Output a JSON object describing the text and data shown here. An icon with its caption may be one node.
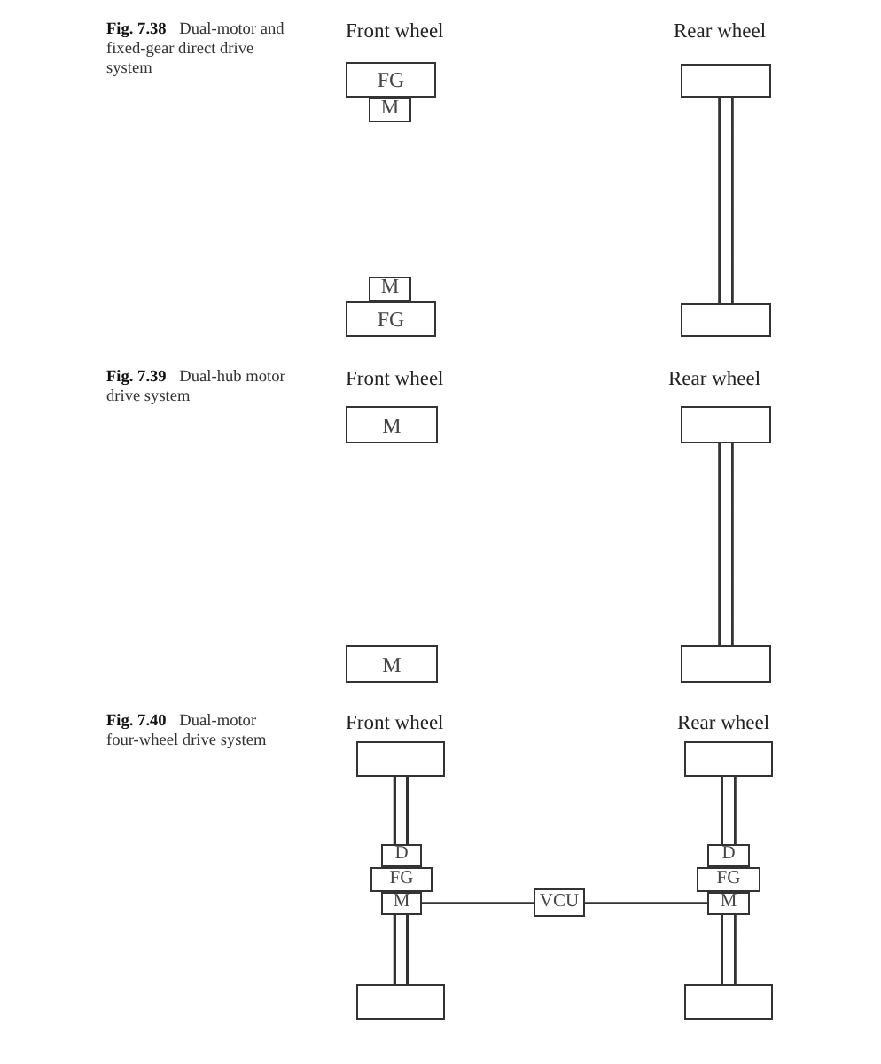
{
  "diagram": {
    "nodes": [
      {
        "text": [
          "FG"
        ]
      },
      {
        "text": [],
        "shape": "box"
      },
      {
        "text": [
          "M"
        ]
      },
      {
        "text": [
          "M"
        ]
      },
      {
        "text": [
          "FG"
        ]
      },
      {
        "text": [],
        "shape": "box"
      },
      {
        "text": [
          "M"
        ]
      },
      {
        "text": [],
        "shape": "box"
      },
      {
        "text": [
          "M"
        ]
      },
      {
        "text": [],
        "shape": "box"
      },
      {
        "text": [],
        "shape": "box"
      },
      {
        "text": [],
        "shape": "box"
      },
      {
        "text": [
          "D"
        ]
      },
      {
        "text": [
          "D"
        ]
      },
      {
        "text": [
          "FG"
        ]
      },
      {
        "text": [
          "FG"
        ]
      },
      {
        "text": [
          "M"
        ]
      },
      {
        "text": [
          "VCU"
        ]
      },
      {
        "text": [
          "M"
        ]
      },
      {
        "text": [],
        "shape": "box"
      },
      {
        "text": [],
        "shape": "box"
      }
    ],
    "edges": [
      {
        "from": 1,
        "to": 5,
        "arrow": "none",
        "style": "thick"
      },
      {
        "from": 7,
        "to": 9,
        "arrow": "none",
        "style": "thick"
      },
      {
        "from": 10,
        "to": 12,
        "arrow": "none",
        "style": "thick"
      },
      {
        "from": 11,
        "to": 13,
        "arrow": "none",
        "style": "thick"
      },
      {
        "from": 16,
        "to": 17,
        "arrow": "none"
      },
      {
        "from": 17,
        "to": 18,
        "arrow": "none"
      },
      {
        "from": 16,
        "to": 19,
        "arrow": "none",
        "style": "thick"
      },
      {
        "from": 18,
        "to": 20,
        "arrow": "none",
        "style": "thick"
      }
    ],
    "labels": [
      "**Fig. 7.38** Dual-motor and fixed-gear direct drive system",
      "Front wheel",
      "Rear wheel",
      "**Fig. 7.39** Dual-hub motor drive system",
      "Front wheel",
      "Rear wheel",
      "**Fig. 7.40** Dual-motor four-wheel drive system",
      "Front wheel",
      "Rear wheel"
    ]
  }
}
